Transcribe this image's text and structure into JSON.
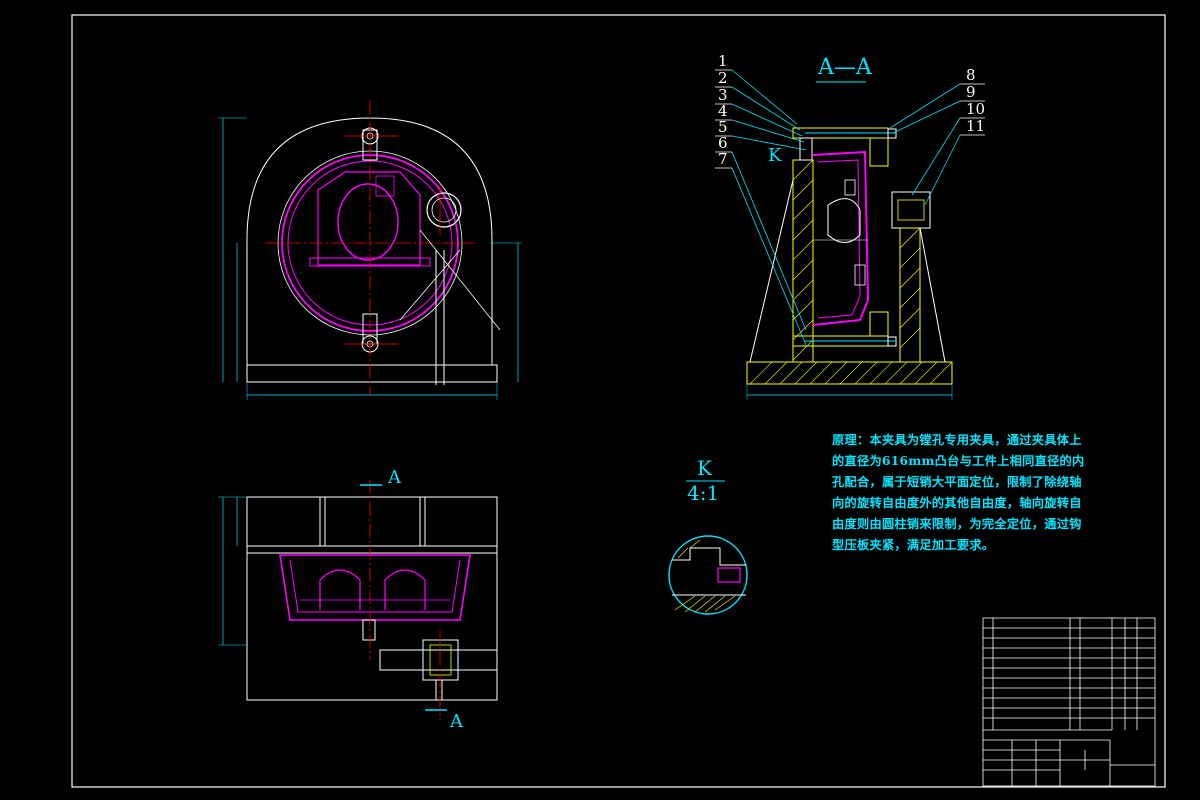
{
  "views": {
    "section_title": "A—A",
    "cut_label_top": "A",
    "cut_label_bottom": "A",
    "detail_title": "K",
    "detail_scale": "4:1",
    "detail_marker": "K"
  },
  "callouts_left": [
    "1",
    "2",
    "3",
    "4",
    "5",
    "6",
    "7"
  ],
  "callouts_right": [
    "8",
    "9",
    "10",
    "11"
  ],
  "note": {
    "text": "原理：本夹具为镗孔专用夹具，通过夹具体上的直径为616mm凸台与工件上相同直径的内孔配合，属于短销大平面定位，限制了除绕轴向的旋转自由度外的其他自由度，轴向旋转自由度则由圆柱销来限制，为完全定位，通过钩型压板夹紧，满足加工要求。"
  },
  "colors": {
    "outline": "#ffffff",
    "part": "#ff00ff",
    "centerline": "#ff0000",
    "hatch": "#ffff00",
    "leader": "#00e5ff",
    "dimension": "#00e5ff"
  }
}
